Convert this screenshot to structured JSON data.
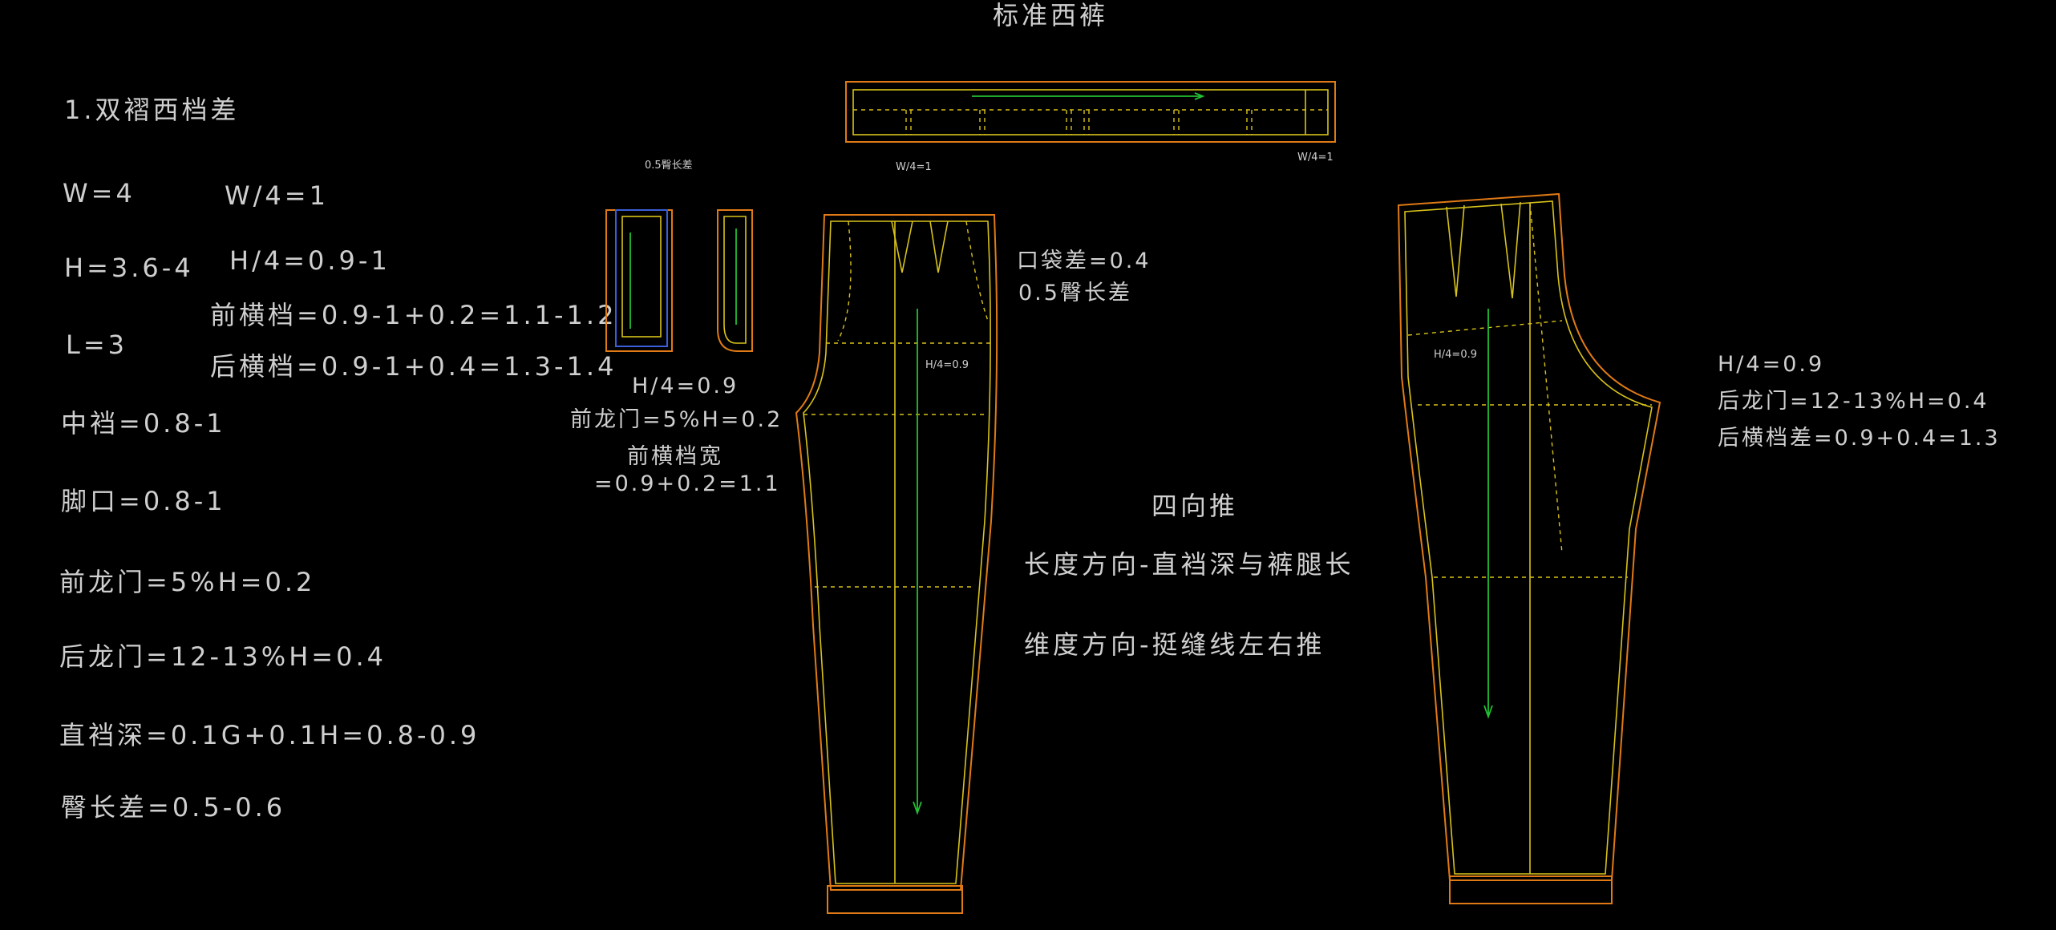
{
  "title": "标准西裤",
  "rules": {
    "heading": "1.双褶西档差",
    "w": "W=4",
    "w4": "W/4=1",
    "h": "H=3.6-4",
    "h4": "H/4=0.9-1",
    "l": "L=3",
    "front_crotch": "前横档=0.9-1+0.2=1.1-1.2",
    "back_crotch": "后横档=0.9-1+0.4=1.3-1.4",
    "mid_crotch": "中裆=0.8-1",
    "hem": "脚口=0.8-1",
    "front_rise": "前龙门=5%H=0.2",
    "back_rise": "后龙门=12-13%H=0.4",
    "crotch_depth": "直裆深=0.1G+0.1H=0.8-0.9",
    "seat_diff": "臀长差=0.5-0.6"
  },
  "pocket": {
    "note": "0.5臀长差",
    "h4": "H/4=0.9",
    "front_rise": "前龙门=5%H=0.2",
    "front_width": "前横档宽",
    "front_width_formula": "=0.9+0.2=1.1"
  },
  "waistband": {
    "left_note": "W/4=1",
    "right_note": "W/4=1"
  },
  "front_panel": {
    "hip_label": "H/4=0.9",
    "pocket_diff": "口袋差=0.4",
    "seat_diff": "0.5臀长差"
  },
  "center": {
    "heading": "四向推",
    "length_dir": "长度方向-直裆深与裤腿长",
    "girth_dir": "维度方向-挺缝线左右推"
  },
  "back_panel": {
    "hip_label": "H/4=0.9",
    "h4": "H/4=0.9",
    "back_rise": "后龙门=12-13%H=0.4",
    "back_crotch_diff": "后横档差=0.9+0.4=1.3"
  },
  "colors": {
    "background": "#000000",
    "seam_outline": "#e07a16",
    "pattern_line": "#d8c21a",
    "grainline": "#22c032",
    "facing": "#3a5fd8",
    "text": "#cfcfcf"
  }
}
